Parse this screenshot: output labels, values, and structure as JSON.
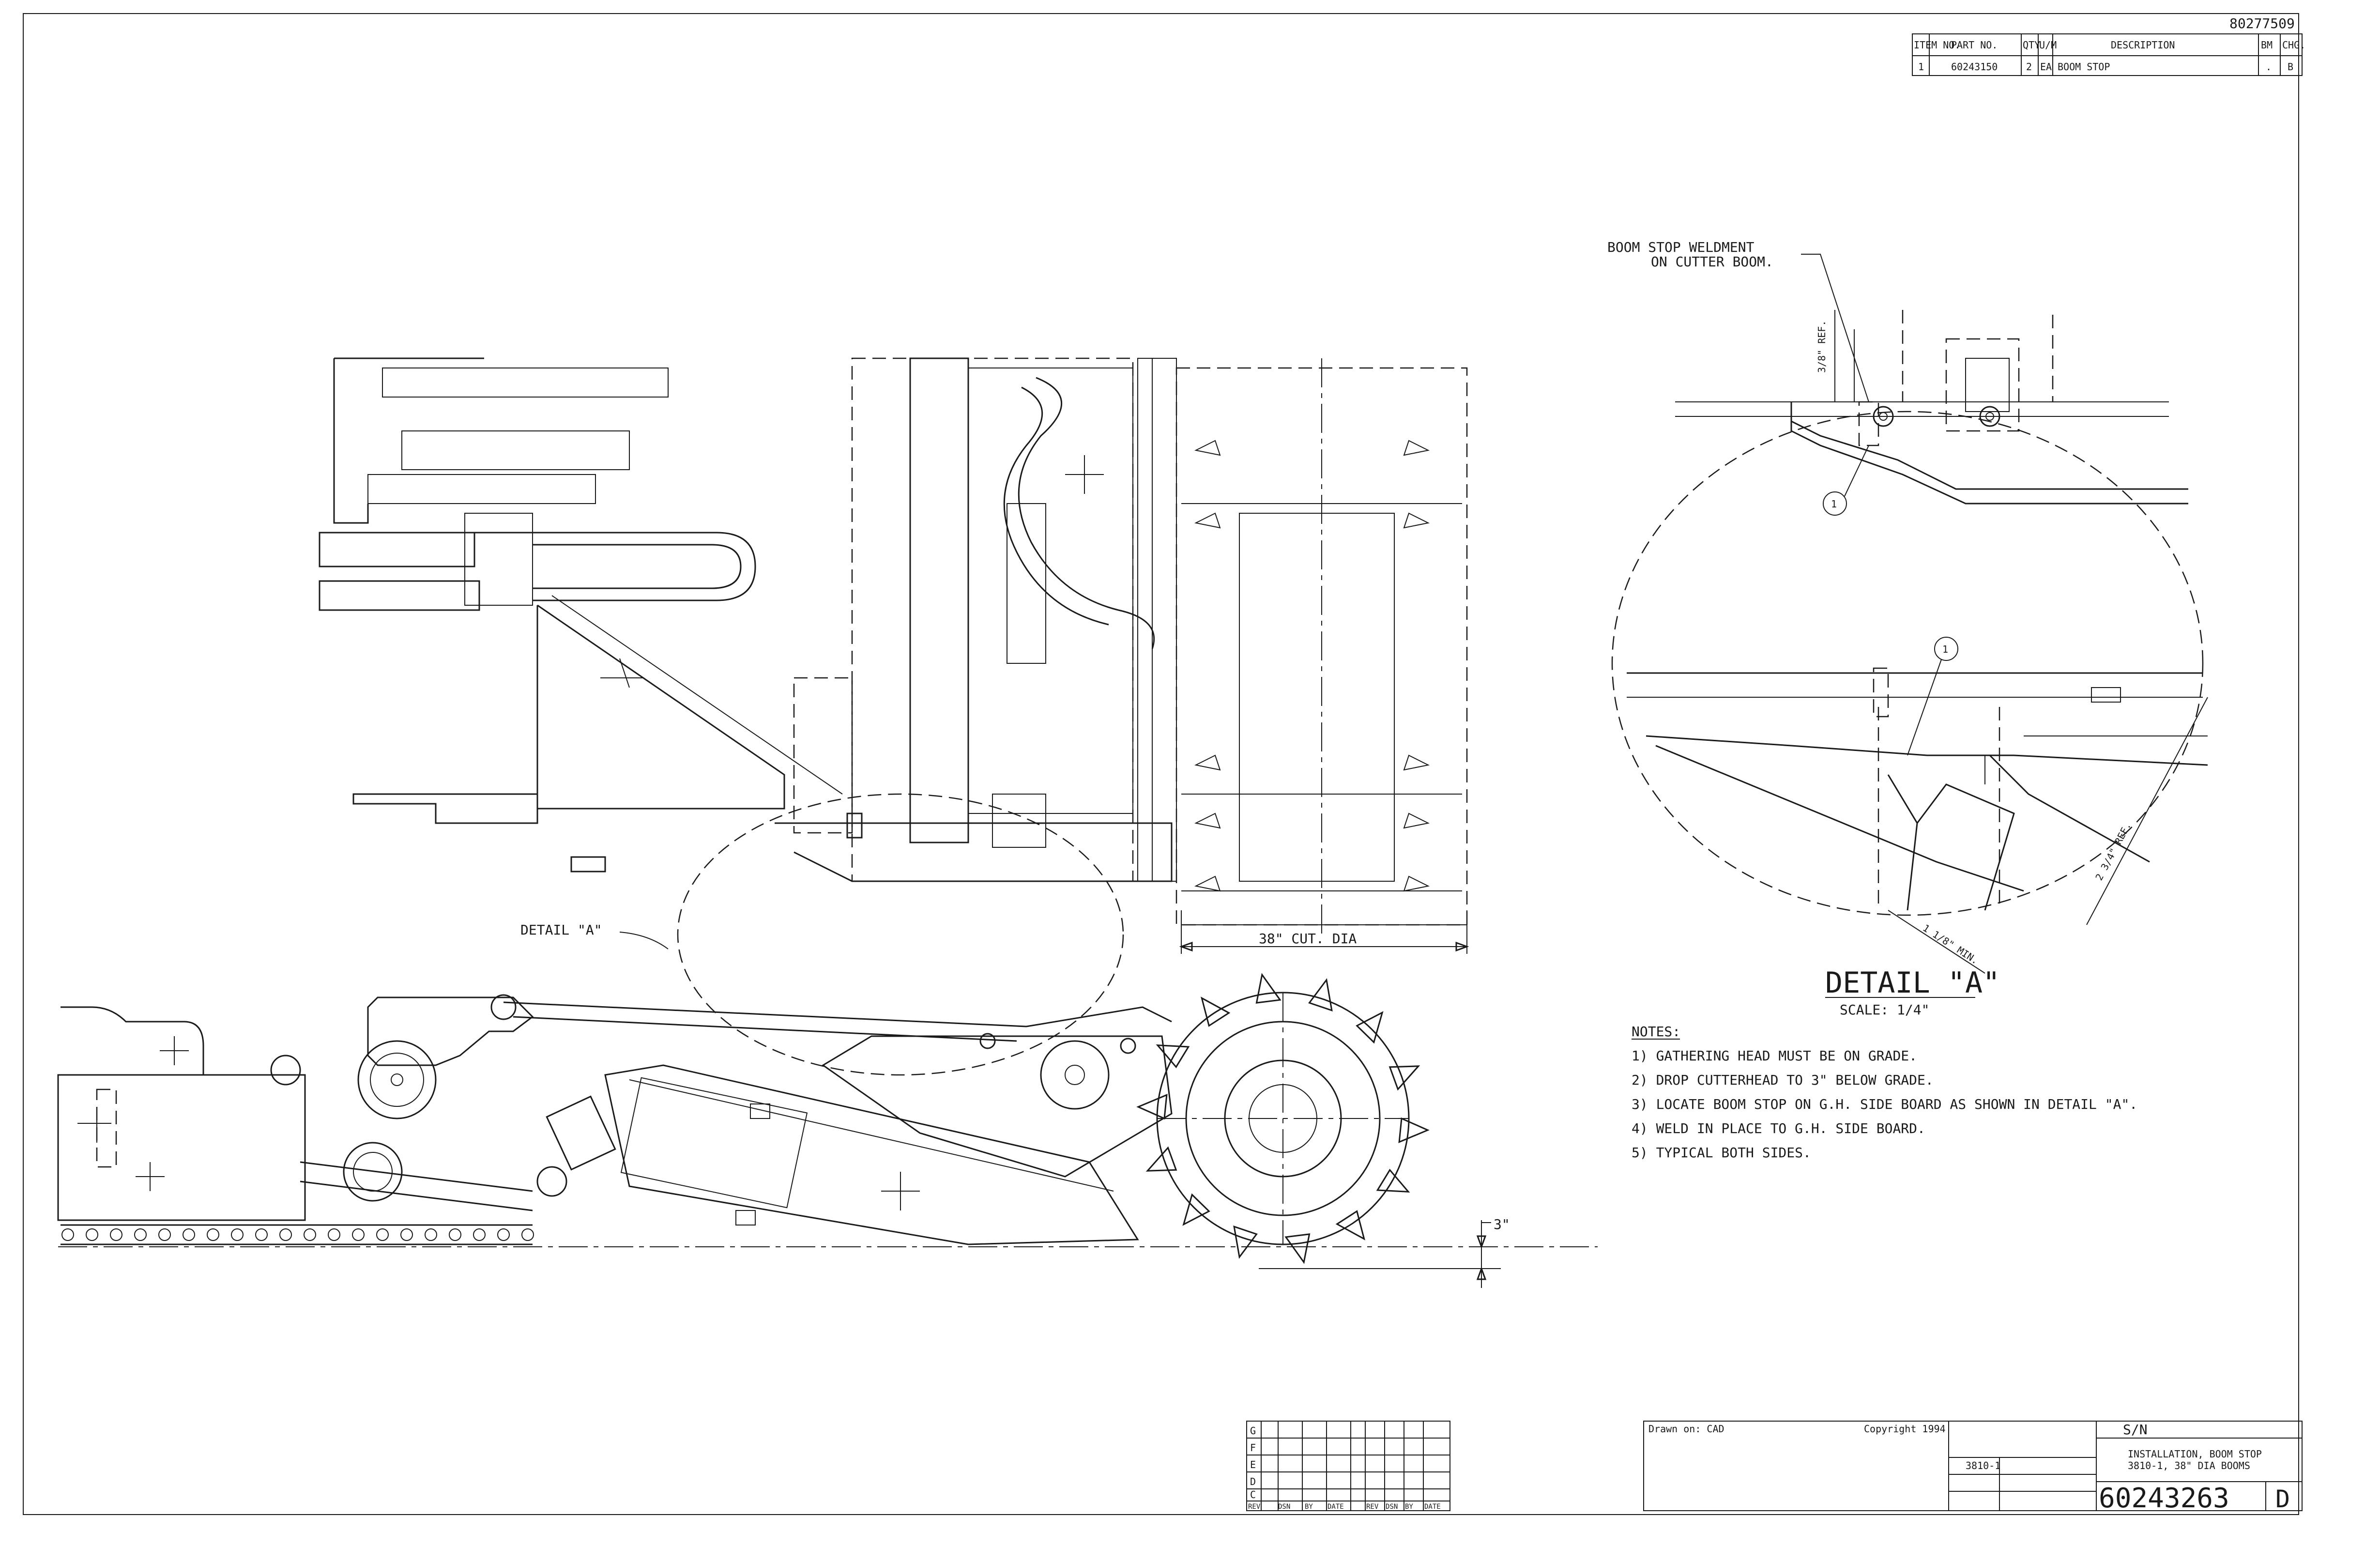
{
  "doc_id_top": "80277509",
  "bom": {
    "headers": [
      "ITEM NO.",
      "PART NO.",
      "QTY",
      "U/M",
      "DESCRIPTION",
      "BM",
      "CHG."
    ],
    "rows": [
      {
        "item": "1",
        "part": "60243150",
        "qty": "2",
        "um": "EA",
        "desc": "BOOM STOP",
        "bm": ".",
        "chg": "B"
      }
    ]
  },
  "callouts": {
    "boom_stop_line1": "BOOM STOP WELDMENT",
    "boom_stop_line2": "ON CUTTER BOOM.",
    "ref_3_8": "3/8\" REF.",
    "ref_2_3_4": "2 3/4\" REF.",
    "min_1_1_8": "1 1/8\" MIN.",
    "item_balloon": "1",
    "detail_a_pointer": "DETAIL \"A\"",
    "cut_dia": "38\" CUT. DIA",
    "drop_3": "3\""
  },
  "detail": {
    "title": "DETAIL \"A\"",
    "scale": "SCALE: 1/4\""
  },
  "notes": {
    "heading": "NOTES:",
    "items": [
      "1) GATHERING HEAD MUST BE ON GRADE.",
      "2) DROP CUTTERHEAD TO 3\" BELOW GRADE.",
      "3) LOCATE BOOM STOP ON G.H. SIDE BOARD AS SHOWN IN DETAIL \"A\".",
      "4) WELD IN PLACE TO G.H. SIDE BOARD.",
      "5) TYPICAL BOTH SIDES."
    ]
  },
  "revision_block": {
    "letters": [
      "G",
      "F",
      "E",
      "D",
      "C"
    ],
    "footer": [
      "REV",
      "DSN",
      "BY",
      "DATE",
      "REV",
      "DSN",
      "BY",
      "DATE"
    ]
  },
  "title_block": {
    "drawn_on": "Drawn on: CAD",
    "copyright": "Copyright 1994",
    "sn": "S/N",
    "title_line1": "INSTALLATION, BOOM STOP",
    "title_line2": "3810-1, 38\" DIA BOOMS",
    "model": "3810-1",
    "drawing_number": "60243263",
    "revision": "D"
  }
}
